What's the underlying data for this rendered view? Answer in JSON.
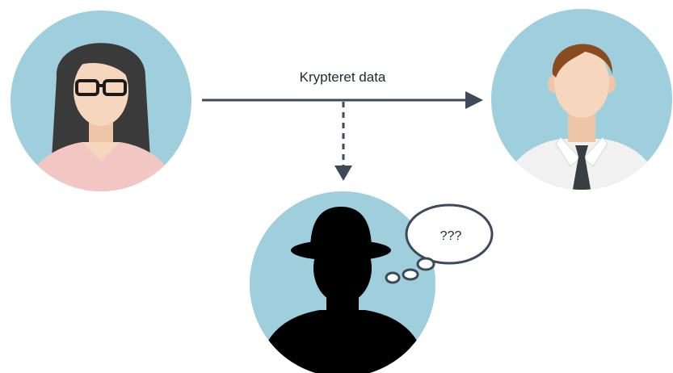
{
  "diagram": {
    "edge_label": "Krypteret data",
    "thought_text": "???",
    "colors": {
      "circle_fill": "#9fcfdd",
      "arrow": "#3d4a58",
      "skin": "#f6d6bd",
      "woman_hair": "#3a3a3a",
      "woman_shirt": "#f2c7c3",
      "man_hair": "#8a4b1f",
      "man_shirt": "#f1f1f1",
      "tie": "#3a3e42",
      "silhouette": "#000000",
      "bubble_stroke": "#3d4a58"
    },
    "nodes": [
      {
        "id": "sender",
        "icon": "woman-avatar-icon"
      },
      {
        "id": "receiver",
        "icon": "man-avatar-icon"
      },
      {
        "id": "eavesdropper",
        "icon": "spy-silhouette-icon"
      }
    ]
  }
}
